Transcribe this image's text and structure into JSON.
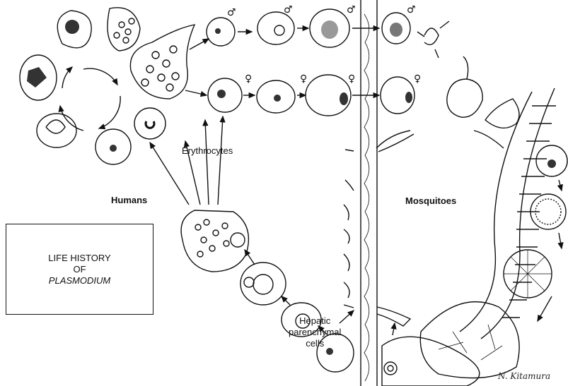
{
  "labels": {
    "humans": "Humans",
    "mosquitoes": "Mosquitoes",
    "erythrocytes": "Erythrocytes",
    "hepatic_line1": "Hepatic",
    "hepatic_line2": "parenchymal",
    "hepatic_line3": "cells"
  },
  "title_box": {
    "line1": "LIFE HISTORY",
    "line2": "OF",
    "line3": "PLASMODIUM"
  },
  "signature": "N. Kitamura",
  "symbols": {
    "male": "♂",
    "female": "♀"
  },
  "colors": {
    "ink": "#111111",
    "background": "#ffffff"
  }
}
